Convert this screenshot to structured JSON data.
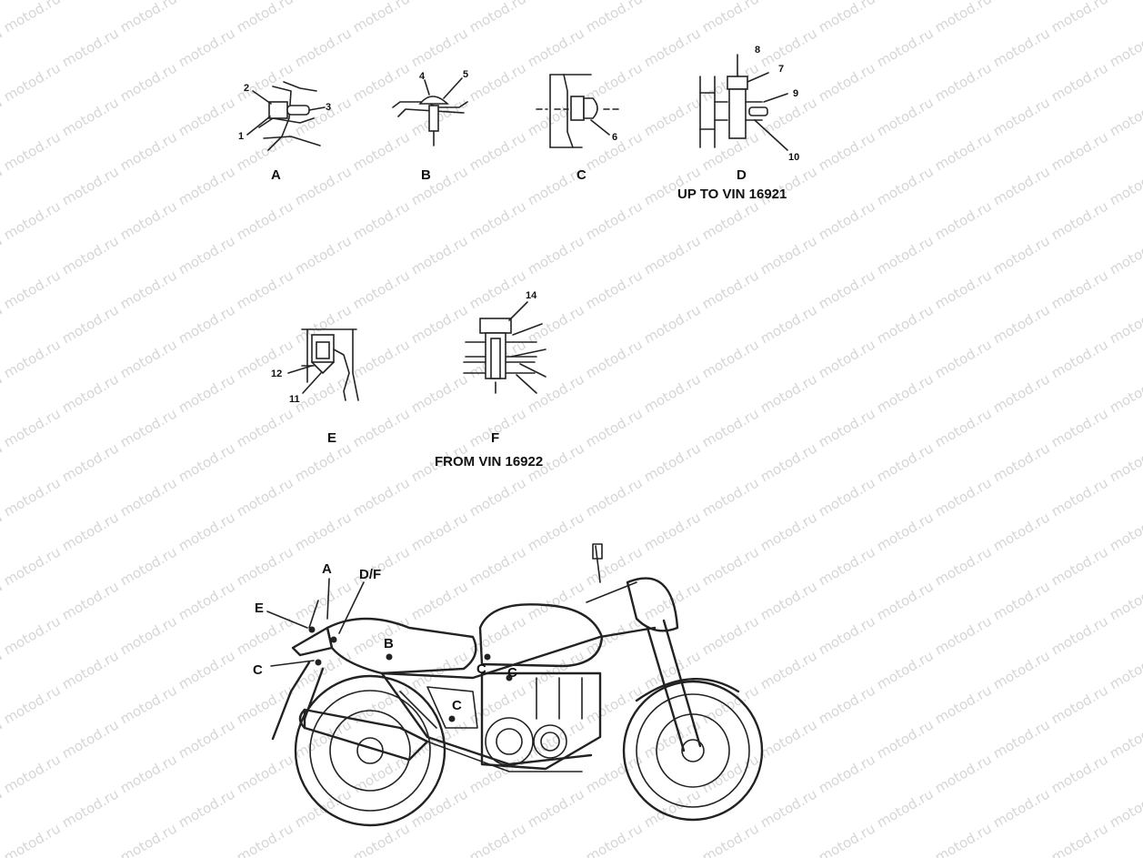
{
  "watermark": "motod.ru",
  "details": [
    {
      "id": "A",
      "letter": "A",
      "caption": "",
      "callouts": [
        "1",
        "2",
        "3"
      ]
    },
    {
      "id": "B",
      "letter": "B",
      "caption": "",
      "callouts": [
        "4",
        "5"
      ]
    },
    {
      "id": "C",
      "letter": "C",
      "caption": "",
      "callouts": [
        "6"
      ]
    },
    {
      "id": "D",
      "letter": "D",
      "caption": "UP TO VIN 16921",
      "callouts": [
        "7",
        "8",
        "9",
        "10"
      ]
    },
    {
      "id": "E",
      "letter": "E",
      "caption": "",
      "callouts": [
        "11",
        "12"
      ]
    },
    {
      "id": "F",
      "letter": "F",
      "caption": "FROM VIN 16922",
      "callouts": [
        "14"
      ]
    }
  ],
  "bike_markers": {
    "A": "A",
    "DF": "D/F",
    "E": "E",
    "C_left": "C",
    "B": "B",
    "C1": "C",
    "C2": "C",
    "C3": "C"
  }
}
